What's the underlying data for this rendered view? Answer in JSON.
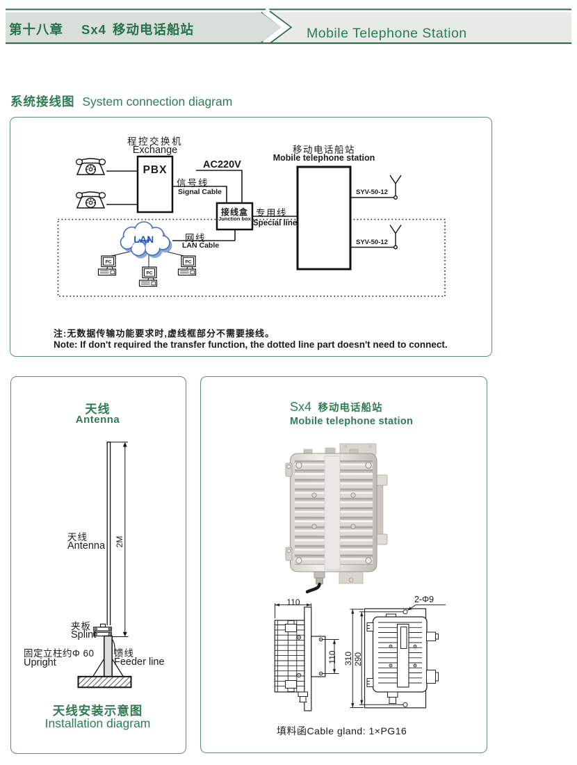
{
  "header": {
    "chapter_zh": "第十八章",
    "model": "Sx4",
    "title_zh": "移动电话船站",
    "title_en": "Mobile Telephone Station"
  },
  "section": {
    "title_zh": "系统接线图",
    "title_en": "System  connection  diagram"
  },
  "diagram": {
    "exchange_zh": "程控交换机",
    "exchange_en": "Exchange",
    "pbx": "PBX",
    "power": "AC220V",
    "signal_zh": "信号线",
    "signal_en": "Signal Cable",
    "junction_zh": "接线盒",
    "junction_en": "Junction box",
    "special_zh": "专用线",
    "special_en": "Special line",
    "station_zh": "移动电话船站",
    "station_en": "Mobile telephone station",
    "antenna_cable_1": "SYV-50-12",
    "antenna_cable_2": "SYV-50-12",
    "lan": "LAN",
    "lan_zh": "网线",
    "lan_en": "LAN Cable",
    "pc": "PC",
    "note_zh": "注:无数据传输功能要求时,虚线框部分不需要接线。",
    "note_en": "Note: If don't required the transfer function, the dotted line part doesn't need to connect."
  },
  "antenna_panel": {
    "title_zh": "天线",
    "title_en": "Antenna",
    "pole_zh": "天线",
    "pole_en": "Antenna",
    "dim": "2M",
    "splint_zh": "夹板",
    "splint_en": "Splint",
    "upright_zh": "固定立柱约Φ 60",
    "upright_en": "Upright",
    "feeder_zh": "馈线",
    "feeder_en": "Feeder  line",
    "caption_zh": "天线安装示意图",
    "caption_en": "Installation  diagram"
  },
  "station_panel": {
    "model": "Sx4",
    "title_zh": "移动电话船站",
    "title_en": "Mobile telephone station",
    "dim_width": "110",
    "dim_plate": "110",
    "dim_h_outer": "310",
    "dim_h_holes": "290",
    "dim_holes": "2-Φ9",
    "gland": "填料函Cable gland:  1×PG16"
  }
}
